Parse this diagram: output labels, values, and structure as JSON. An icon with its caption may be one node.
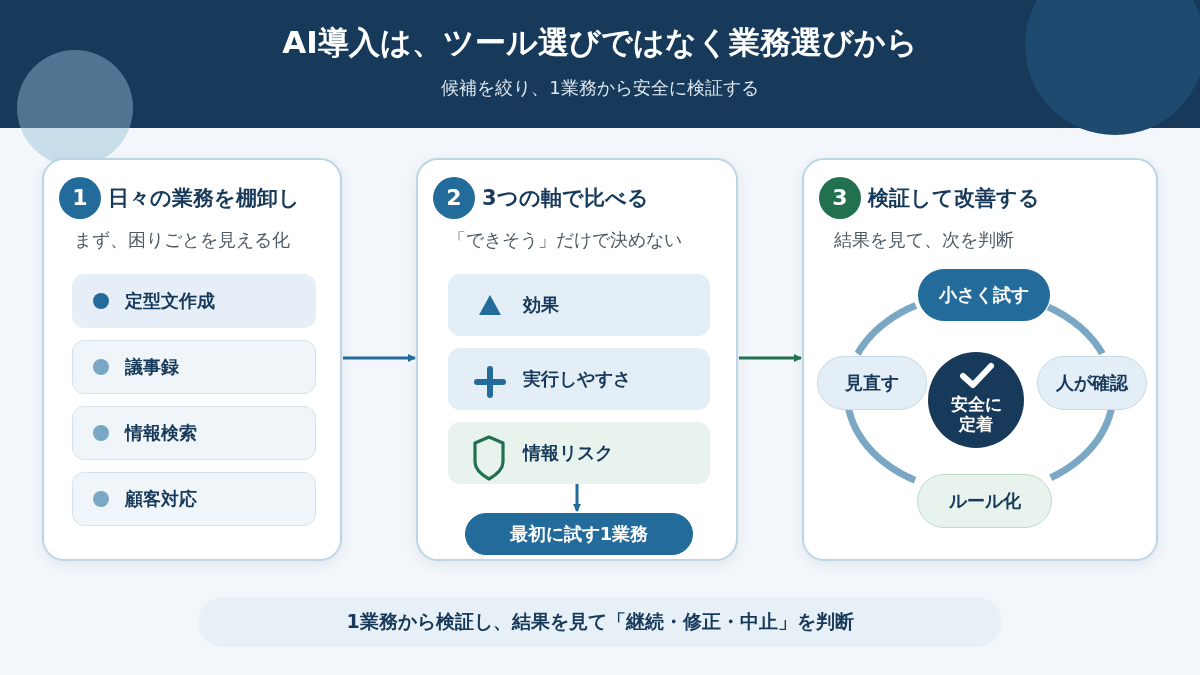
{
  "diagram": {
    "title": "AI導入は、ツール選びではなく業務選びから",
    "nodes": [
      {
        "text": [
          "日々の業務を棚卸し",
          "まず、困りごとを見える化"
        ]
      },
      {
        "text": [
          "1"
        ],
        "in": 0
      },
      {
        "text": [
          "定型文作成"
        ],
        "in": 0
      },
      {
        "text": [
          "議事録"
        ],
        "in": 0
      },
      {
        "text": [
          "情報検索"
        ],
        "in": 0
      },
      {
        "text": [
          "顧客対応"
        ],
        "in": 0
      },
      {
        "text": [
          "3つの軸で比べる",
          "「できそう」だけで決めない"
        ]
      },
      {
        "text": [
          "2"
        ],
        "in": 6
      },
      {
        "text": [
          "効果"
        ],
        "in": 6
      },
      {
        "text": [
          "実行しやすさ"
        ],
        "in": 6
      },
      {
        "text": [
          "情報リスク"
        ],
        "in": 6
      },
      {
        "text": [
          "最初に試す1業務"
        ],
        "in": 6
      },
      {
        "text": [
          "検証して改善する",
          "結果を見て、次を判断"
        ]
      },
      {
        "text": [
          "3"
        ],
        "in": 12
      },
      {
        "text": [
          "小さく試す"
        ],
        "in": 12
      },
      {
        "text": [
          "人が確認"
        ],
        "in": 12
      },
      {
        "text": [
          "ルール化"
        ],
        "in": 12
      },
      {
        "text": [
          "見直す"
        ],
        "in": 12
      },
      {
        "text": [
          "安全に定着"
        ],
        "in": 12
      },
      {
        "text": [
          "1業務から検証し、結果を見て「継続・修正・中止」を判断"
        ]
      }
    ],
    "edges": [
      {
        "from": 0,
        "to": 6,
        "arrow": "to",
        "color": "#236b9a"
      },
      {
        "from": 6,
        "to": 12,
        "arrow": "to",
        "color": "#21714f"
      },
      {
        "from": 10,
        "to": 11,
        "arrow": "to",
        "color": "#236b9a"
      },
      {
        "from": 14,
        "to": 15,
        "arrow": "none",
        "color": "#7aa8c4"
      },
      {
        "from": 15,
        "to": 16,
        "arrow": "none",
        "color": "#7aa8c4"
      },
      {
        "from": 16,
        "to": 17,
        "arrow": "none",
        "color": "#7aa8c4"
      },
      {
        "from": 17,
        "to": 14,
        "arrow": "none",
        "color": "#7aa8c4"
      }
    ],
    "labels": [
      "候補を絞り、1業務から安全に検証する"
    ]
  }
}
